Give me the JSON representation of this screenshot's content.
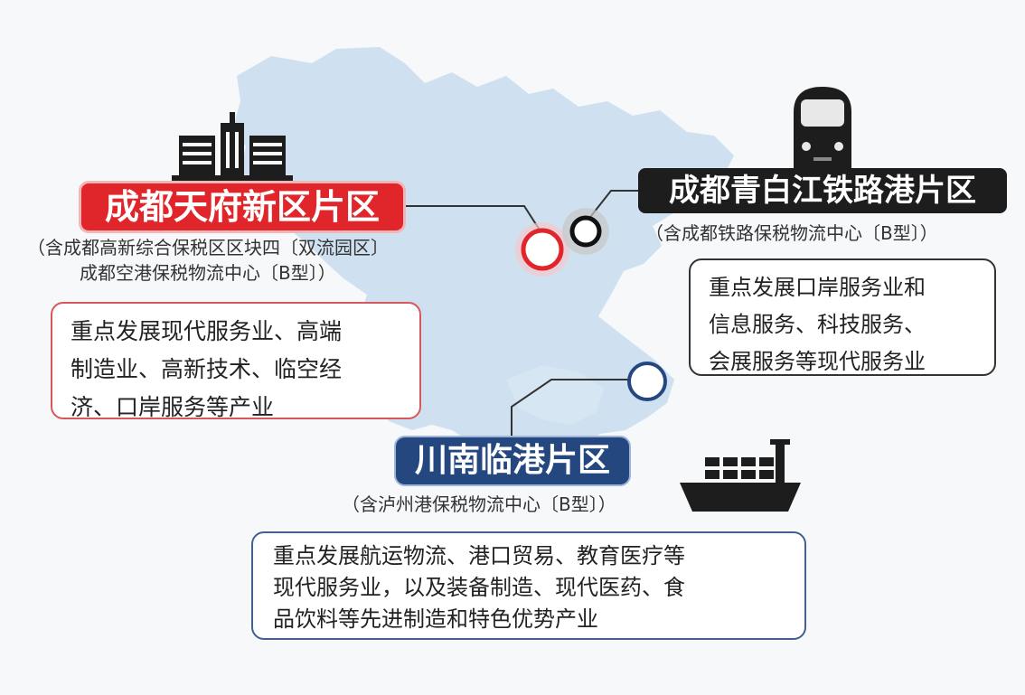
{
  "zones": {
    "tianfu": {
      "title": "成都天府新区片区",
      "sub": [
        "（含成都高新综合保税区区块四〔双流园区〕",
        "成都空港保税物流中心〔B型〕）"
      ],
      "desc": [
        "重点发展现代服务业、高端",
        "制造业、高新技术、临空经",
        "济、口岸服务等产业"
      ],
      "color": "#e1262b"
    },
    "qingbaijiang": {
      "title": "成都青白江铁路港片区",
      "sub": [
        "（含成都铁路保税物流中心〔B型〕）"
      ],
      "desc": [
        "重点发展口岸服务业和",
        "信息服务、科技服务、",
        "会展服务等现代服务业"
      ],
      "color": "#1d1d1d"
    },
    "chuannan": {
      "title": "川南临港片区",
      "sub": [
        "（含泸州港保税物流中心〔B型〕）"
      ],
      "desc": [
        "重点发展航运物流、港口贸易、教育医疗等",
        "现代服务业，以及装备制造、现代医药、食",
        "品饮料等先进制造和特色优势产业"
      ],
      "color": "#24477f"
    }
  },
  "icons": [
    "building-icon",
    "train-icon",
    "ship-icon"
  ],
  "map_color": "#cfe1f0"
}
